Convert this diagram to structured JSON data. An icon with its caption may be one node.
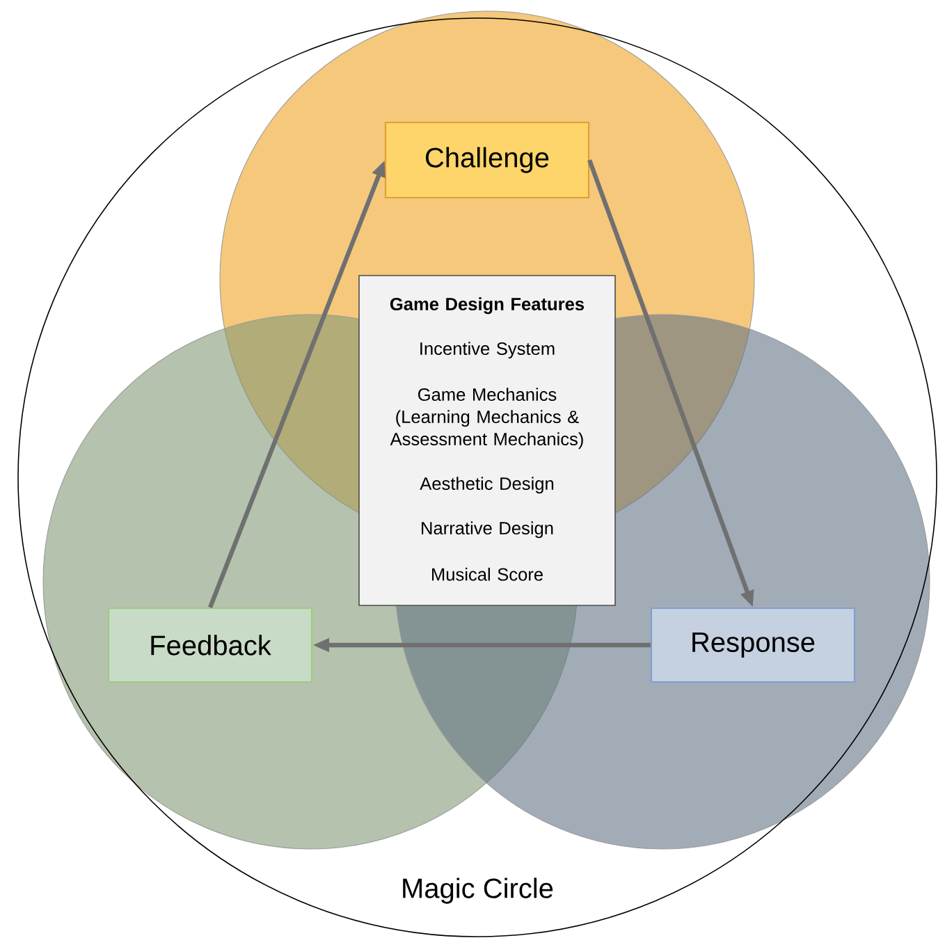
{
  "diagram": {
    "nodes": [
      {
        "text": [
          "Magic Circle"
        ]
      },
      {
        "text": [
          "Challenge"
        ],
        "in": 0
      },
      {
        "text": [
          "Game Design Features",
          "Incentive System",
          "Game Mechanics (Learning Mechanics & Assessment Mechanics)",
          "Aesthetic Design",
          "Narrative Design",
          "Musical Score"
        ],
        "in": 0
      },
      {
        "text": [
          "Feedback"
        ],
        "in": 0
      },
      {
        "text": [
          "Response"
        ],
        "in": 0
      }
    ],
    "edges": [
      {
        "from": 3,
        "to": 1,
        "arrow": "to"
      },
      {
        "from": 1,
        "to": 4,
        "arrow": "to"
      },
      {
        "from": 4,
        "to": 3,
        "arrow": "to"
      }
    ]
  }
}
